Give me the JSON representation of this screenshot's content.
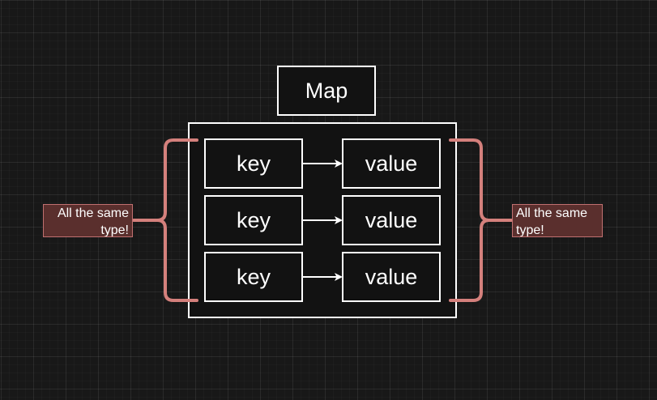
{
  "diagram": {
    "title": "Map",
    "rows": [
      {
        "key": "key",
        "value": "value"
      },
      {
        "key": "key",
        "value": "value"
      },
      {
        "key": "key",
        "value": "value"
      }
    ],
    "annotations": {
      "left": "All the same type!",
      "right": "All the same type!"
    }
  },
  "colors": {
    "background": "#181818",
    "box_border": "#ffffff",
    "bracket": "#d4807c",
    "note_fill": "#5a2f2d",
    "note_border": "#c07070"
  },
  "icons": {
    "arrow": "arrow-right-icon",
    "bracket_left": "left-curly-brace-icon",
    "bracket_right": "right-curly-brace-icon"
  }
}
